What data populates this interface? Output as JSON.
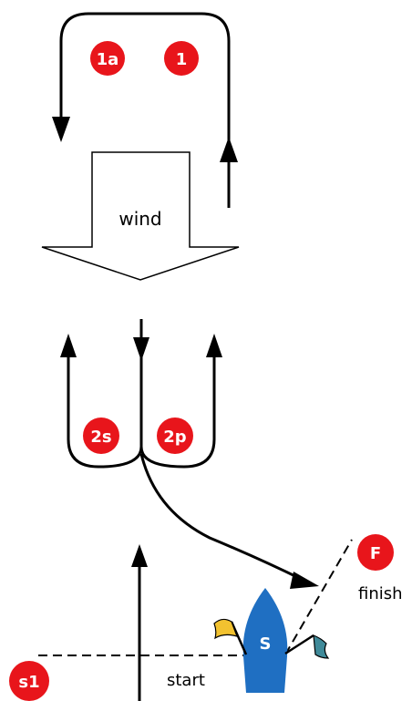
{
  "colors": {
    "mark_fill": "#e8151b",
    "boat_fill": "#1f6fc2",
    "flag_yellow": "#f2c230",
    "flag_teal": "#3f8a99",
    "line": "#000000"
  },
  "marks": {
    "m1a": "1a",
    "m1": "1",
    "m2s": "2s",
    "m2p": "2p",
    "mF": "F",
    "ms1": "s1"
  },
  "labels": {
    "wind": "wind",
    "finish": "finish",
    "start": "start",
    "boat": "S"
  }
}
